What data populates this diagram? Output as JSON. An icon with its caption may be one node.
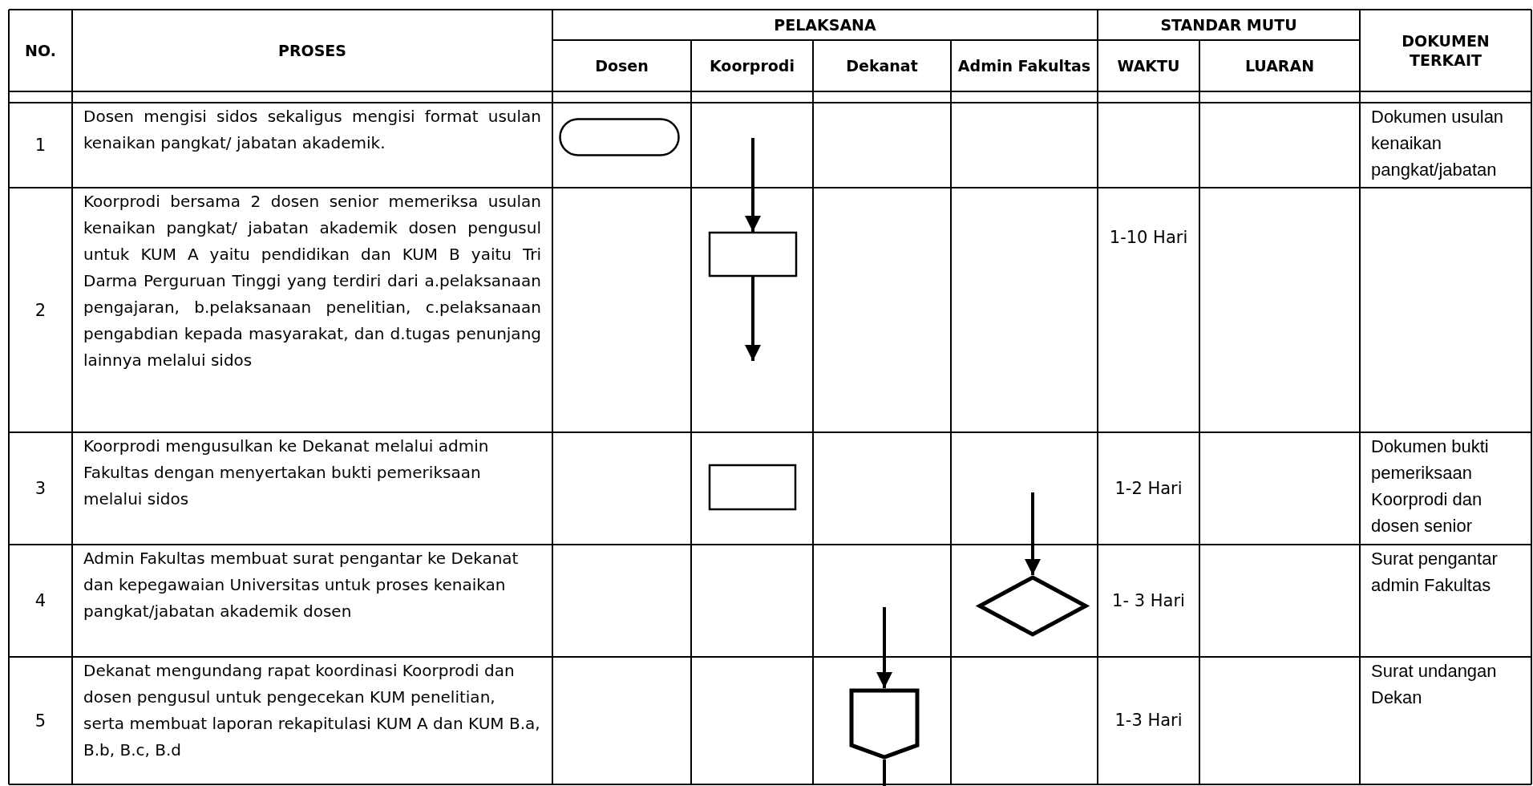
{
  "diagram": {
    "nodes": [
      {
        "text": [],
        "shape": "pill"
      },
      {
        "text": [],
        "shape": "box"
      },
      {
        "text": [],
        "shape": "box"
      },
      {
        "text": [],
        "shape": "diamond"
      },
      {
        "text": [],
        "shape": "pentagon"
      }
    ],
    "edges": [
      {
        "from": null,
        "to": 1,
        "arrow": "to"
      },
      {
        "from": 1,
        "to": null,
        "arrow": "to"
      },
      {
        "from": null,
        "to": 3,
        "arrow": "to"
      },
      {
        "from": null,
        "to": 4,
        "arrow": "to"
      },
      {
        "from": 4,
        "to": null,
        "arrow": "none"
      }
    ],
    "labels": [
      "NO.",
      "PROSES",
      "PELAKSANA",
      "STANDAR MUTU",
      "DOKUMEN TERKAIT",
      "Dosen",
      "Koorprodi",
      "Dekanat",
      "Admin Fakultas",
      "WAKTU",
      "LUARAN",
      "1",
      "Dosen mengisi sidos sekaligus mengisi format usulan kenaikan pangkat/ jabatan akademik.",
      "Dokumen usulan kenaikan pangkat/jabatan",
      "2",
      "Koorprodi bersama 2 dosen senior memeriksa usulan kenaikan pangkat/ jabatan akademik dosen pengusul untuk KUM A yaitu pendidikan dan KUM B yaitu Tri Darma Perguruan Tinggi yang terdiri dari a.pelaksanaan pengajaran, b.pelaksanaan penelitian, c.pelaksanaan pengabdian kepada masyarakat, dan d.tugas penunjang lainnya melalui sidos",
      "1-10 Hari",
      "3",
      "Koorprodi mengusulkan ke Dekanat melalui admin Fakultas dengan menyertakan bukti pemeriksaan melalui sidos",
      "1-2 Hari",
      "Dokumen bukti pemeriksaan Koorprodi dan dosen senior",
      "4",
      "Admin Fakultas membuat surat pengantar ke Dekanat dan kepegawaian Universitas untuk proses kenaikan pangkat/jabatan akademik dosen",
      "1- 3 Hari",
      "Surat pengantar admin Fakultas",
      "5",
      "Dekanat mengundang rapat koordinasi Koorprodi dan dosen pengusul untuk pengecekan KUM penelitian, serta membuat laporan rekapitulasi KUM A dan KUM B.a, B.b, B.c, B.d",
      "1-3 Hari",
      "Surat undangan Dekan"
    ]
  }
}
